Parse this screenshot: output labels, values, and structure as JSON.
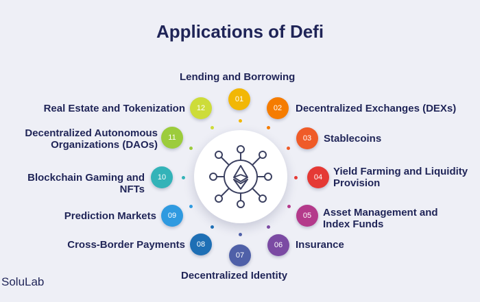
{
  "title": "Applications of Defi",
  "brand": "SoluLab",
  "items": [
    {
      "num": "01",
      "label": "Lending and Borrowing",
      "color": "#f2b705"
    },
    {
      "num": "02",
      "label": "Decentralized Exchanges (DEXs)",
      "color": "#f57c00"
    },
    {
      "num": "03",
      "label": "Stablecoins",
      "color": "#ef5b28"
    },
    {
      "num": "04",
      "label": "Yield Farming and Liquidity Provision",
      "color": "#e53935"
    },
    {
      "num": "05",
      "label": "Asset Management and Index Funds",
      "color": "#b43a8b"
    },
    {
      "num": "06",
      "label": "Insurance",
      "color": "#7b4aa3"
    },
    {
      "num": "07",
      "label": "Decentralized Identity",
      "color": "#4f60a8"
    },
    {
      "num": "08",
      "label": "Cross-Border Payments",
      "color": "#1e6fb5"
    },
    {
      "num": "09",
      "label": "Prediction Markets",
      "color": "#2f9ae0"
    },
    {
      "num": "10",
      "label": "Blockchain Gaming and NFTs",
      "color": "#33b3b8"
    },
    {
      "num": "11",
      "label": "Decentralized Autonomous Organizations (DAOs)",
      "color": "#9ccc3c"
    },
    {
      "num": "12",
      "label": "Real Estate and Tokenization",
      "color": "#cddc39"
    }
  ]
}
